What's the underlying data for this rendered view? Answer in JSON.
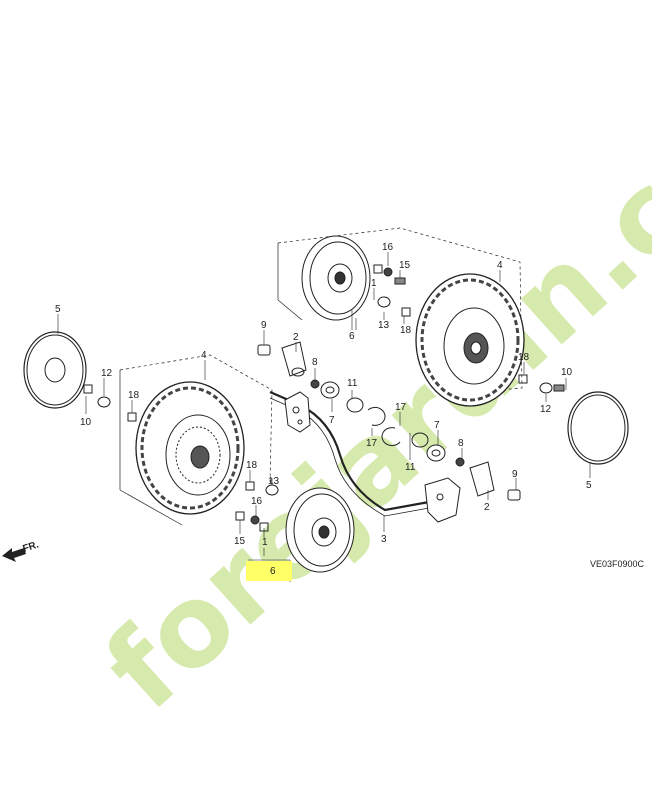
{
  "diagram": {
    "drawing_code": "VE03F0900C",
    "front_label": "FR.",
    "highlighted_callout": "6",
    "highlight_color": "#ffff66"
  },
  "callouts": {
    "c1": "1",
    "c2": "2",
    "c2b": "2",
    "c3": "3",
    "c4a": "4",
    "c4b": "4",
    "c5a": "5",
    "c5b": "5",
    "c6a": "6",
    "c6b": "6",
    "c7a": "7",
    "c7b": "7",
    "c8a": "8",
    "c8b": "8",
    "c9a": "9",
    "c9b": "9",
    "c10a": "10",
    "c10b": "10",
    "c11a": "11",
    "c11b": "11",
    "c12a": "12",
    "c12b": "12",
    "c13a": "13",
    "c13b": "13",
    "c15a": "15",
    "c15b": "15",
    "c16a": "16",
    "c16b": "16",
    "c17a": "17",
    "c17b": "17",
    "c18a": "18",
    "c18b": "18",
    "c18c": "18",
    "c18d": "18",
    "c1b": "1"
  },
  "watermark": {
    "text": "forejardin.com",
    "green": "#cfe7a0",
    "orange": "#f7b36a",
    "gray": "#d9d6cf"
  }
}
